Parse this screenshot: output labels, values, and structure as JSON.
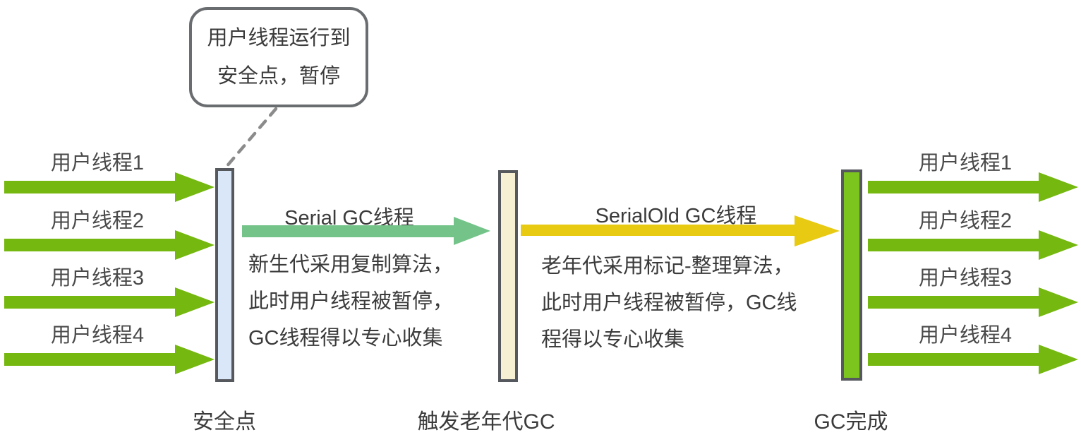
{
  "callout": {
    "line1": "用户线程运行到",
    "line2": "安全点，暂停"
  },
  "left_threads": [
    "用户线程1",
    "用户线程2",
    "用户线程3",
    "用户线程4"
  ],
  "right_threads": [
    "用户线程1",
    "用户线程2",
    "用户线程3",
    "用户线程4"
  ],
  "young_gc": {
    "label": "Serial GC线程",
    "desc_line1": "新生代采用复制算法，",
    "desc_line2": "此时用户线程被暂停，",
    "desc_line3": "GC线程得以专心收集"
  },
  "old_gc": {
    "label": "SerialOld GC线程",
    "desc_line1": "老年代采用标记-整理算法，",
    "desc_line2": "此时用户线程被暂停，GC线",
    "desc_line3": "程得以专心收集"
  },
  "milestones": {
    "safepoint": "安全点",
    "trigger_old_gc": "触发老年代GC",
    "gc_done": "GC完成"
  },
  "colors": {
    "user_thread_arrow": "#75b80f",
    "serial_gc_arrow": "#74c48a",
    "serial_old_gc_arrow": "#e7ca11",
    "safepoint_bar_fill": "#d9e7f8",
    "old_gc_bar_fill": "#f8f0d3",
    "gc_done_bar_fill": "#7cc41e",
    "bar_border": "#55585c",
    "callout_border": "#6a6d70",
    "text": "#3b3b3b",
    "dashed_connector": "#8b8b8b"
  }
}
